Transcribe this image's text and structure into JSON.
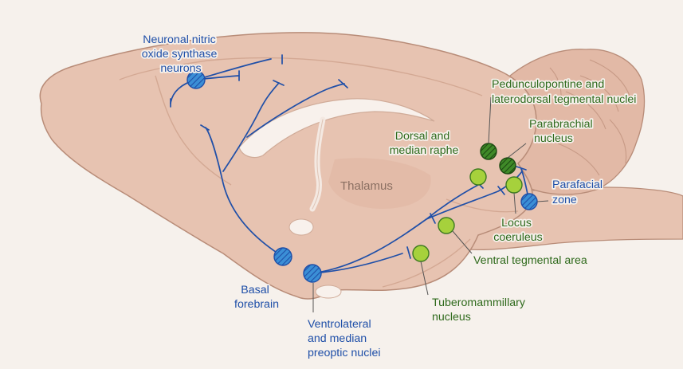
{
  "colors": {
    "background": "#f6f1ec",
    "brain_fill": "#e7c3b1",
    "brain_outline": "#b88c78",
    "wake_promoting_pathway": "#1f4fa8",
    "sleep_promoting_neurons": "#3b8fd6",
    "arousal_neurons_light": "#a6d13c",
    "arousal_neurons_dark": "#2f6a1c"
  },
  "labels": {
    "nnos": [
      "Neuronal nitric",
      "oxide synthase",
      "neurons"
    ],
    "basal_forebrain": [
      "Basal",
      "forebrain"
    ],
    "vlpo": [
      "Ventrolateral",
      "and median",
      "preoptic nuclei"
    ],
    "thalamus": "Thalamus",
    "dorsal_raphe": [
      "Dorsal and",
      "median raphe"
    ],
    "ppt_ldt": [
      "Pedunculopontine and",
      "laterodorsal tegmental nuclei"
    ],
    "parabrachial": [
      "Parabrachial",
      "nucleus"
    ],
    "parafacial": [
      "Parafacial",
      "zone"
    ],
    "locus_coeruleus": [
      "Locus",
      "coeruleus"
    ],
    "vta": "Ventral tegmental area",
    "tmn": [
      "Tuberomammillary",
      "nucleus"
    ]
  }
}
